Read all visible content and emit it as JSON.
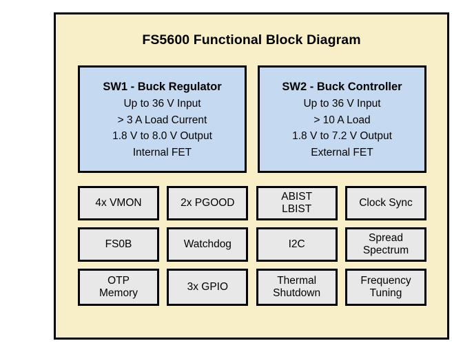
{
  "diagram": {
    "title": "FS5600 Functional Block Diagram",
    "colors": {
      "panel_background": "#F8EFC8",
      "panel_border": "#000000",
      "switcher_block_fill": "#C5D9F1",
      "feature_block_fill": "#E8E8E8",
      "text": "#000000"
    },
    "switchers": [
      {
        "title": "SW1 - Buck Regulator",
        "specs": [
          "Up to 36 V Input",
          "> 3 A Load Current",
          "1.8 V to 8.0 V Output",
          "Internal FET"
        ]
      },
      {
        "title": "SW2 - Buck Controller",
        "specs": [
          "Up to 36 V Input",
          "> 10 A Load",
          "1.8 V to 7.2 V Output",
          "External FET"
        ]
      }
    ],
    "features": {
      "rows": [
        [
          {
            "lines": [
              "4x VMON"
            ]
          },
          {
            "lines": [
              "2x PGOOD"
            ]
          },
          {
            "lines": [
              "ABIST",
              "LBIST"
            ]
          },
          {
            "lines": [
              "Clock Sync"
            ]
          }
        ],
        [
          {
            "lines": [
              "FS0B"
            ]
          },
          {
            "lines": [
              "Watchdog"
            ]
          },
          {
            "lines": [
              "I2C"
            ]
          },
          {
            "lines": [
              "Spread",
              "Spectrum"
            ]
          }
        ],
        [
          {
            "lines": [
              "OTP",
              "Memory"
            ]
          },
          {
            "lines": [
              "3x GPIO"
            ]
          },
          {
            "lines": [
              "Thermal",
              "Shutdown"
            ]
          },
          {
            "lines": [
              "Frequency",
              "Tuning"
            ]
          }
        ]
      ]
    }
  }
}
